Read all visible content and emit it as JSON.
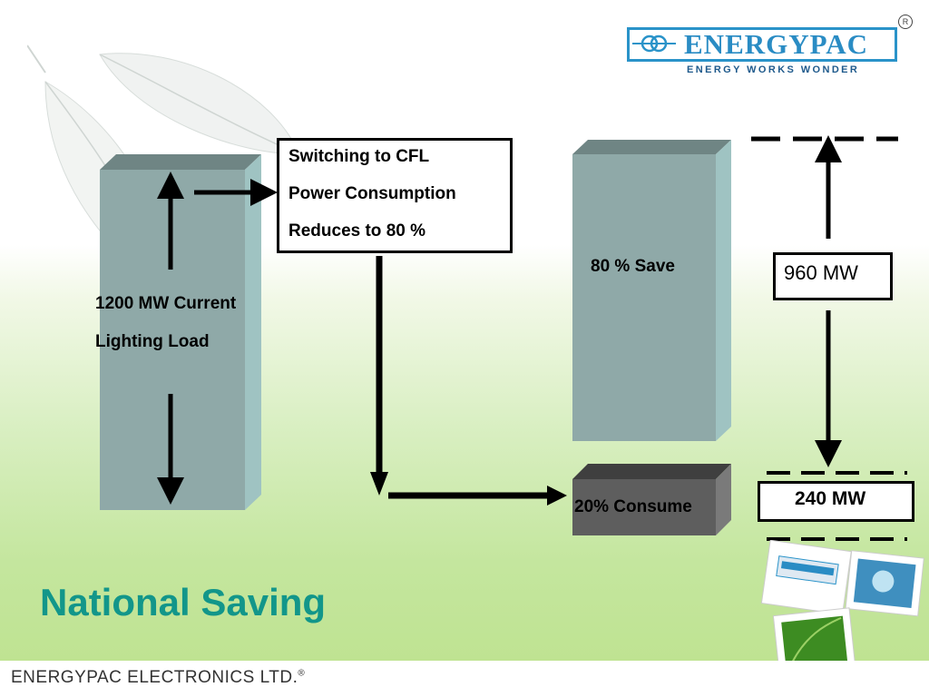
{
  "brand": {
    "logo_name": "ENERGYPAC",
    "tagline": "ENERGY WORKS WONDER",
    "registered": "R"
  },
  "diagram": {
    "textbox_lines": [
      "Switching to CFL",
      "Power Consumption",
      "Reduces to 80 %"
    ],
    "current_load_lines": [
      "1200 MW Current",
      "Lighting Load"
    ],
    "save_label": "80 % Save",
    "consume_label": "20% Consume",
    "save_value": "960 MW",
    "consume_value": "240 MW"
  },
  "slide": {
    "title": "National Saving"
  },
  "footer": {
    "company": "ENERGYPAC ELECTRONICS  LTD.",
    "registered": "®"
  },
  "colors": {
    "bar_face": "#8fa9a8",
    "bar_top": "#6f8584",
    "bar_side": "#9fc3c2",
    "consume_face": "#5e5e5e",
    "title": "#12968a",
    "logo_blue": "#2a8cc4"
  }
}
